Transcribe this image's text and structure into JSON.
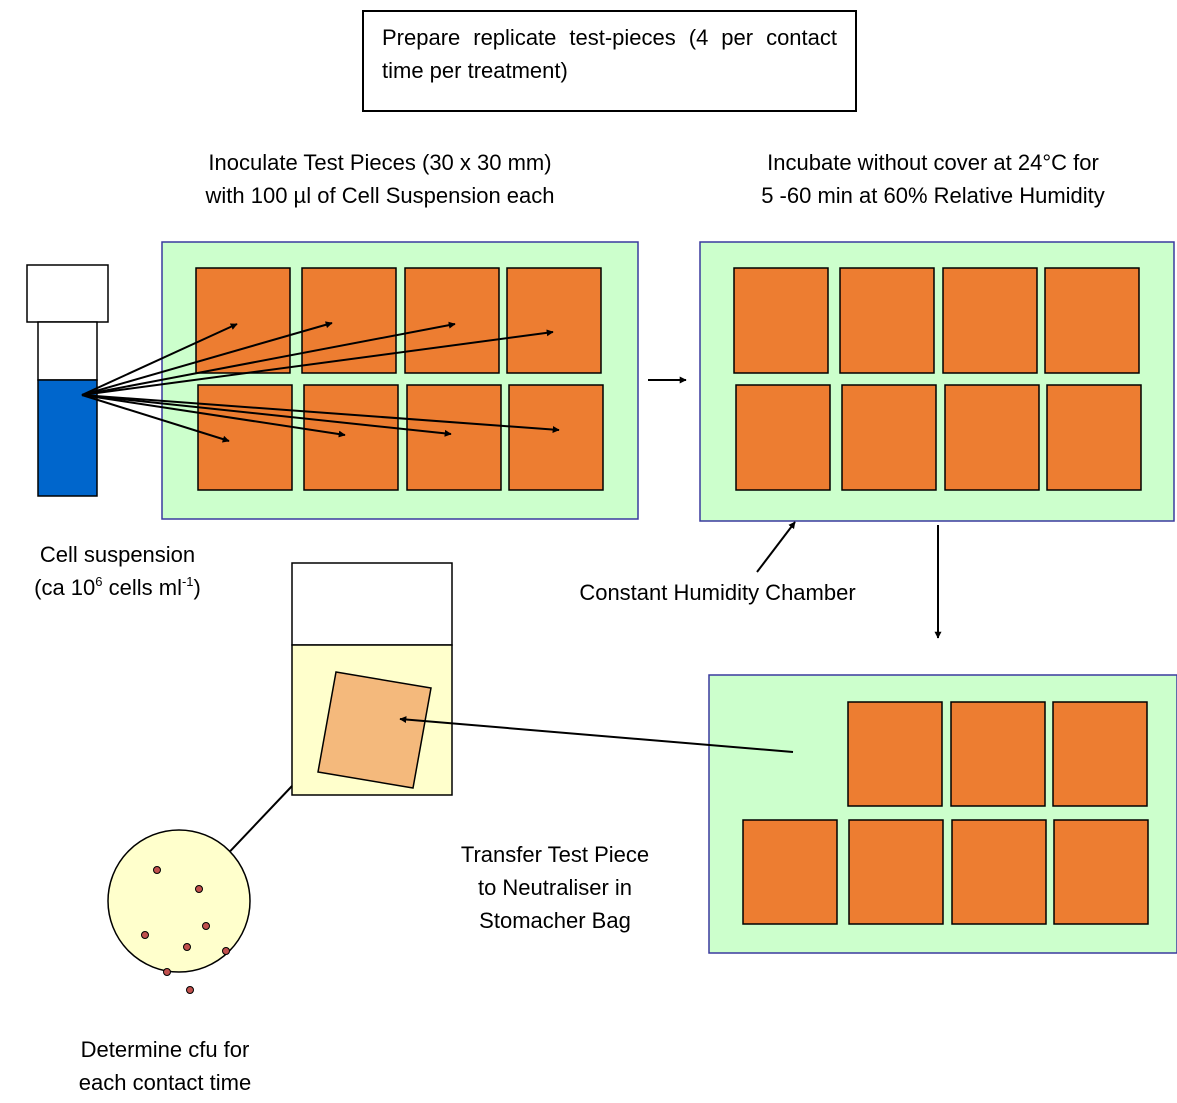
{
  "colors": {
    "chamber_fill": "#ccffcc",
    "chamber_border": "#3a3a9e",
    "test_piece": "#ed7d31",
    "transferred_piece": "#f4b97c",
    "cell_suspension": "#0066cc",
    "neutraliser": "#ffffcc",
    "colony": "#c0504d"
  },
  "labels": {
    "prepare": "Prepare replicate test-pieces (4 per contact time per treatment)",
    "inoculate_line1": "Inoculate Test Pieces (30 x 30 mm)",
    "inoculate_line2": "with 100 µl of Cell Suspension each",
    "incubate_line1": "Incubate without cover at 24°C for",
    "incubate_line2": "5 -60 min at 60% Relative Humidity",
    "cell_suspension_line1": "Cell suspension",
    "cell_suspension_ca": "(ca 10",
    "cell_suspension_exp1": "6",
    "cell_suspension_cells": " cells ml",
    "cell_suspension_exp2": "-1",
    "cell_suspension_close": ")",
    "chamber": "Constant Humidity Chamber",
    "transfer_line1": "Transfer Test Piece",
    "transfer_line2": "to Neutraliser in",
    "transfer_line3": "Stomacher Bag",
    "determine_line1": "Determine cfu for",
    "determine_line2": "each contact time"
  }
}
